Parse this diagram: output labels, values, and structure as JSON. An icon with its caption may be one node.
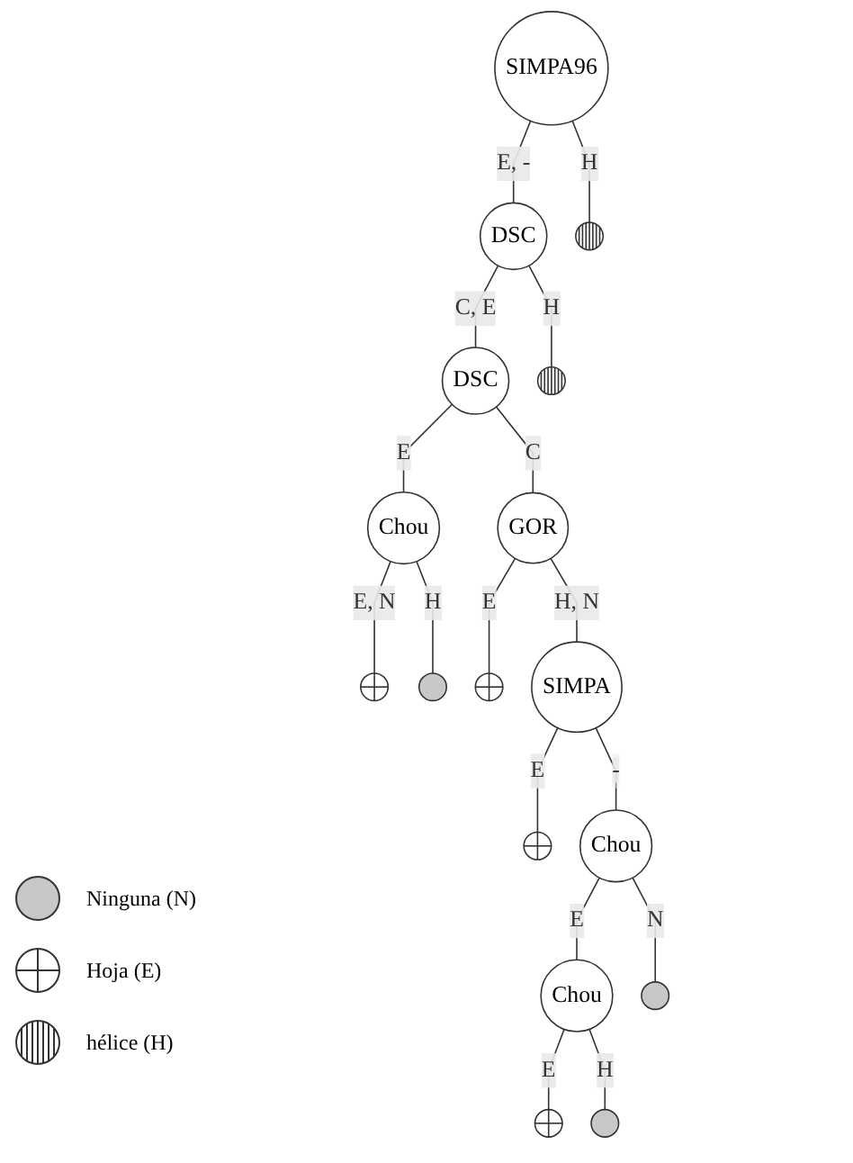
{
  "diagram": {
    "nodes": [
      {
        "text": [
          "SIMPA96"
        ]
      },
      {
        "text": [
          "DSC"
        ]
      },
      {
        "text": [],
        "shape": "circle"
      },
      {
        "text": [
          "DSC"
        ]
      },
      {
        "text": [],
        "shape": "circle"
      },
      {
        "text": [
          "Chou"
        ]
      },
      {
        "text": [
          "GOR"
        ]
      },
      {
        "text": [],
        "shape": "circle"
      },
      {
        "text": [],
        "shape": "circle"
      },
      {
        "text": [],
        "shape": "circle"
      },
      {
        "text": [
          "SIMPA"
        ]
      },
      {
        "text": [],
        "shape": "circle"
      },
      {
        "text": [
          "Chou"
        ]
      },
      {
        "text": [
          "Chou"
        ]
      },
      {
        "text": [],
        "shape": "circle"
      },
      {
        "text": [],
        "shape": "circle"
      },
      {
        "text": [],
        "shape": "circle"
      }
    ],
    "edges": [
      {
        "from": 0,
        "to": 1,
        "arrow": "none",
        "label": "E, -"
      },
      {
        "from": 0,
        "to": 2,
        "arrow": "none",
        "label": "H"
      },
      {
        "from": 1,
        "to": 3,
        "arrow": "none",
        "label": "C, E"
      },
      {
        "from": 1,
        "to": 4,
        "arrow": "none",
        "label": "H"
      },
      {
        "from": 3,
        "to": 5,
        "arrow": "none",
        "label": "E"
      },
      {
        "from": 3,
        "to": 6,
        "arrow": "none",
        "label": "C"
      },
      {
        "from": 5,
        "to": 7,
        "arrow": "none",
        "label": "E, N"
      },
      {
        "from": 5,
        "to": 8,
        "arrow": "none",
        "label": "H"
      },
      {
        "from": 6,
        "to": 9,
        "arrow": "none",
        "label": "E"
      },
      {
        "from": 6,
        "to": 10,
        "arrow": "none",
        "label": "H, N"
      },
      {
        "from": 10,
        "to": 11,
        "arrow": "none",
        "label": "E"
      },
      {
        "from": 10,
        "to": 12,
        "arrow": "none",
        "label": "-"
      },
      {
        "from": 12,
        "to": 13,
        "arrow": "none",
        "label": "E"
      },
      {
        "from": 12,
        "to": 14,
        "arrow": "none",
        "label": "N"
      },
      {
        "from": 13,
        "to": 15,
        "arrow": "none",
        "label": "E"
      },
      {
        "from": 13,
        "to": 16,
        "arrow": "none",
        "label": "H"
      }
    ],
    "legend": [
      {
        "text": "Ninguna (N)",
        "color": "#c8c8c8"
      },
      {
        "text": "Hoja (E)"
      },
      {
        "text": "hélice (H)"
      }
    ]
  }
}
